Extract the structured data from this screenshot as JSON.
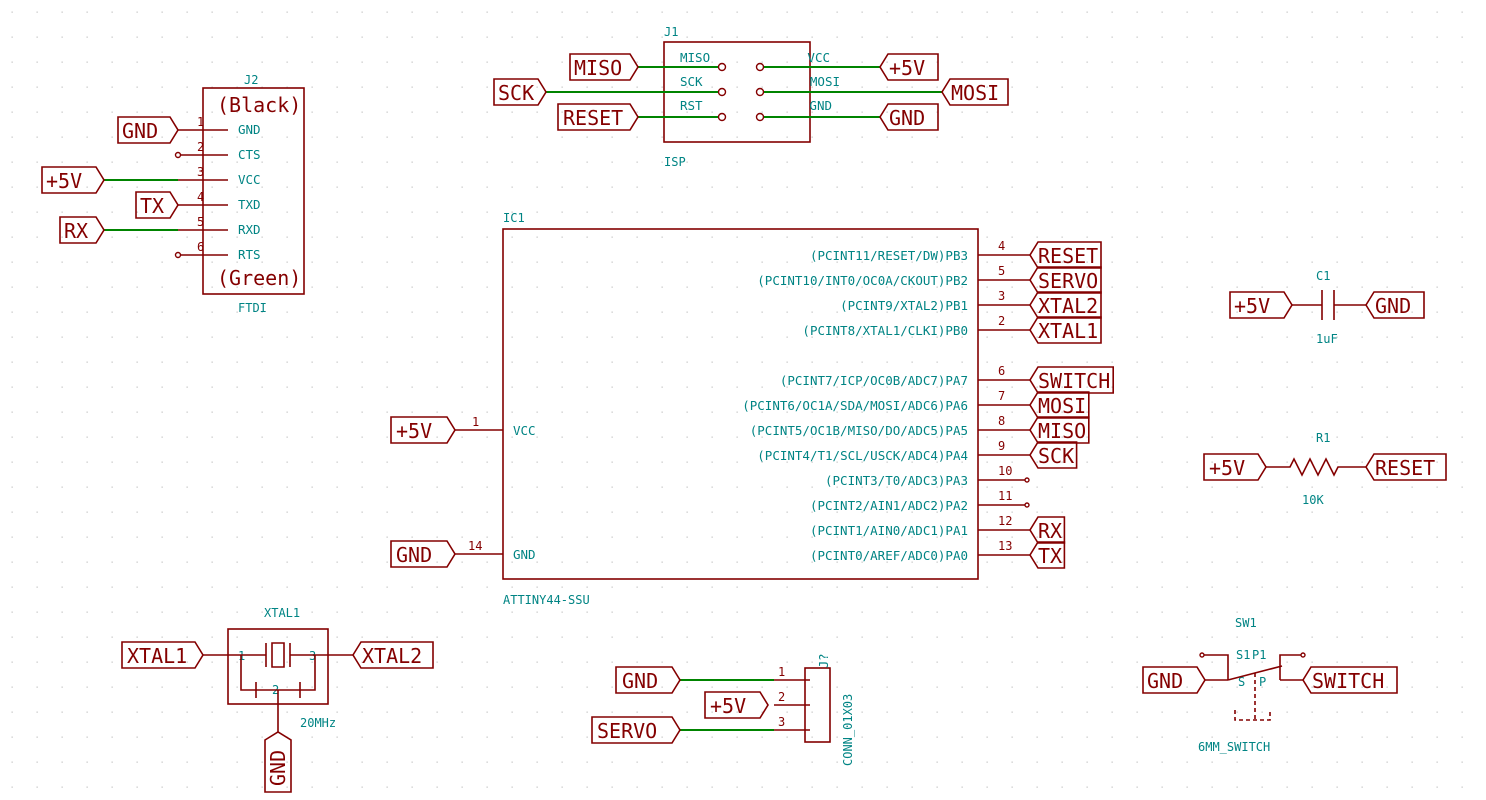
{
  "colors": {
    "symbol": "#840000",
    "pin_text": "#008484",
    "wire": "#008400",
    "grid": "#c8c8c8",
    "background": "#ffffff"
  },
  "j1": {
    "ref": "J1",
    "value": "ISP",
    "left_pins": [
      "MISO",
      "SCK",
      "RST"
    ],
    "right_pins": [
      "VCC",
      "MOSI",
      "GND"
    ],
    "labels": {
      "miso": "MISO",
      "sck": "SCK",
      "reset": "RESET",
      "plus5v": "+5V",
      "mosi": "MOSI",
      "gnd": "GND"
    }
  },
  "j2": {
    "ref": "J2",
    "value": "FTDI",
    "top_text": "(Black)",
    "bottom_text": "(Green)",
    "pins": [
      {
        "num": "1",
        "name": "GND"
      },
      {
        "num": "2",
        "name": "CTS"
      },
      {
        "num": "3",
        "name": "VCC"
      },
      {
        "num": "4",
        "name": "TXD"
      },
      {
        "num": "5",
        "name": "RXD"
      },
      {
        "num": "6",
        "name": "RTS"
      }
    ],
    "labels": {
      "gnd": "GND",
      "plus5v": "+5V",
      "tx": "TX",
      "rx": "RX"
    }
  },
  "ic1": {
    "ref": "IC1",
    "value": "ATTINY44-SSU",
    "left_pins": [
      {
        "num": "1",
        "name": "VCC",
        "label": "+5V"
      },
      {
        "num": "14",
        "name": "GND",
        "label": "GND"
      }
    ],
    "right_pins": [
      {
        "num": "4",
        "name": "(PCINT11/RESET/DW)PB3",
        "label": "RESET"
      },
      {
        "num": "5",
        "name": "(PCINT10/INT0/OC0A/CKOUT)PB2",
        "label": "SERVO"
      },
      {
        "num": "3",
        "name": "(PCINT9/XTAL2)PB1",
        "label": "XTAL2"
      },
      {
        "num": "2",
        "name": "(PCINT8/XTAL1/CLKI)PB0",
        "label": "XTAL1"
      },
      {
        "num": "6",
        "name": "(PCINT7/ICP/OC0B/ADC7)PA7",
        "label": "SWITCH"
      },
      {
        "num": "7",
        "name": "(PCINT6/OC1A/SDA/MOSI/ADC6)PA6",
        "label": "MOSI"
      },
      {
        "num": "8",
        "name": "(PCINT5/OC1B/MISO/DO/ADC5)PA5",
        "label": "MISO"
      },
      {
        "num": "9",
        "name": "(PCINT4/T1/SCL/USCK/ADC4)PA4",
        "label": "SCK"
      },
      {
        "num": "10",
        "name": "(PCINT3/T0/ADC3)PA3",
        "label": ""
      },
      {
        "num": "11",
        "name": "(PCINT2/AIN1/ADC2)PA2",
        "label": ""
      },
      {
        "num": "12",
        "name": "(PCINT1/AIN0/ADC1)PA1",
        "label": "RX"
      },
      {
        "num": "13",
        "name": "(PCINT0/AREF/ADC0)PA0",
        "label": "TX"
      }
    ]
  },
  "c1": {
    "ref": "C1",
    "value": "1uF",
    "label_left": "+5V",
    "label_right": "GND"
  },
  "r1": {
    "ref": "R1",
    "value": "10K",
    "label_left": "+5V",
    "label_right": "RESET"
  },
  "xtal1": {
    "ref": "XTAL1",
    "value": "20MHz",
    "pin1": "1",
    "pin2": "2",
    "pin3": "3",
    "label_left": "XTAL1",
    "label_right": "XTAL2",
    "label_bottom": "GND"
  },
  "jq": {
    "ref": "J?",
    "value": "CONN_01X03",
    "pins": [
      "1",
      "2",
      "3"
    ],
    "labels": [
      "GND",
      "+5V",
      "SERVO"
    ]
  },
  "sw1": {
    "ref": "SW1",
    "value": "6MM_SWITCH",
    "pin_top_left": "S1",
    "pin_top_right": "P1",
    "pin_s": "S",
    "pin_p": "P",
    "label_left": "GND",
    "label_right": "SWITCH"
  }
}
